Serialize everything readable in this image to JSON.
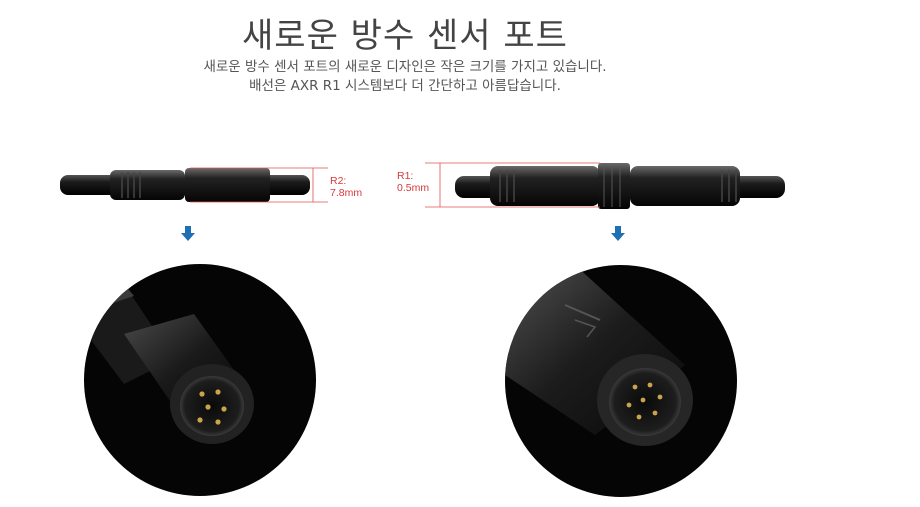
{
  "page": {
    "title": "새로운 방수 센서 포트",
    "subtitle_lines": [
      "새로운 방수 센서 포트의 새로운 디자인은 작은 크기를 가지고 있습니다.",
      "배선은 AXR R1 시스템보다 더 간단하고 아름답습니다."
    ]
  },
  "left_connector": {
    "measure_label": "R2:",
    "measure_value": "7.8mm"
  },
  "right_connector": {
    "measure_label": "R1:",
    "measure_value": "0.5mm"
  },
  "colors": {
    "measure_line": "#e05050",
    "arrow": "#1f6fb3",
    "connector_body": "#1a1a1a",
    "pin_gold": "#c9a44a"
  },
  "icons": [
    "arrow-down-icon",
    "arrow-down-icon"
  ]
}
